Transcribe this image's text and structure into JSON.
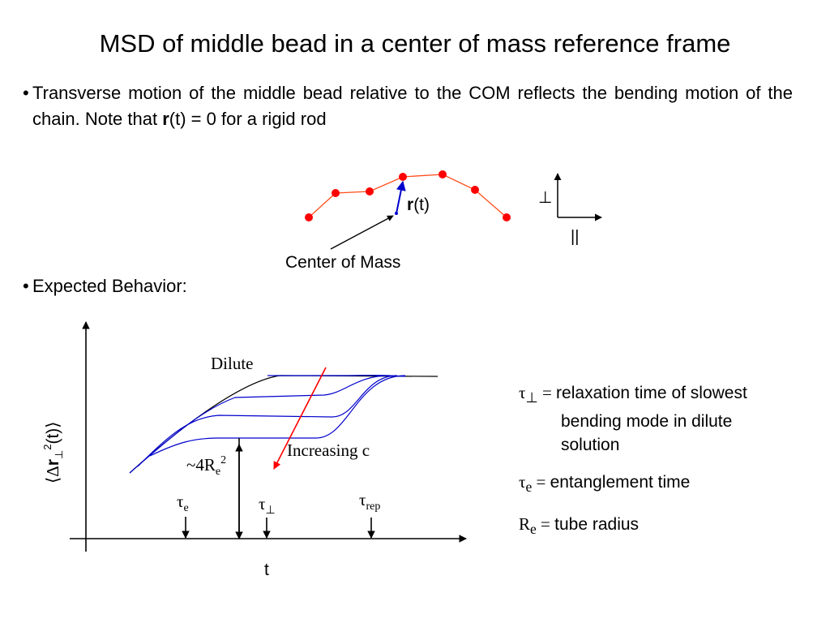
{
  "slide": {
    "title": "MSD of middle bead in a center of mass reference frame",
    "bullet_glyph": "•",
    "bullet1": {
      "text_a": "Transverse motion of the middle bead relative to the COM reflects the bending motion of the chain. Note that ",
      "bold": "r",
      "text_b": "(t) = 0 for a rigid rod"
    },
    "bullet2": "Expected Behavior:"
  },
  "chain_diagram": {
    "vector_bold": "r",
    "vector_rest": "(t)",
    "com_label": "Center of Mass",
    "perp_label": "⊥",
    "parallel_label": "||",
    "bead_color": "#ff0000",
    "bond_color": "#ff4d1a",
    "vector_color": "#0000cc"
  },
  "plot": {
    "y_label": {
      "open": "⟨Δ",
      "bold": "r",
      "sub": "⊥",
      "sup": "2",
      "rest": "(t)⟩"
    },
    "x_label": "t",
    "dilute_label": "Dilute",
    "increasing_label": "Increasing c",
    "amplitude_label": {
      "main": "~4R",
      "sub": "e",
      "sup": "2"
    },
    "tau_e": {
      "main": "τ",
      "sub": "e"
    },
    "tau_perp": {
      "main": "τ",
      "sub": "⊥"
    },
    "tau_rep": {
      "main": "τ",
      "sub": "rep"
    },
    "dilute_color": "#000000",
    "curve_color": "#0000cc",
    "arrow_color": "#ff0000"
  },
  "definitions": {
    "tau_perp": {
      "sym": "τ",
      "sub": "⊥",
      "eq": " = ",
      "line1": "relaxation time of slowest",
      "line2": "bending mode in dilute",
      "line3": "solution"
    },
    "tau_e": {
      "sym": "τ",
      "sub": "e",
      "eq": " = ",
      "text": "entanglement time"
    },
    "r_e": {
      "sym": "R",
      "sub": "e",
      "eq": " = ",
      "text": "tube radius"
    }
  }
}
